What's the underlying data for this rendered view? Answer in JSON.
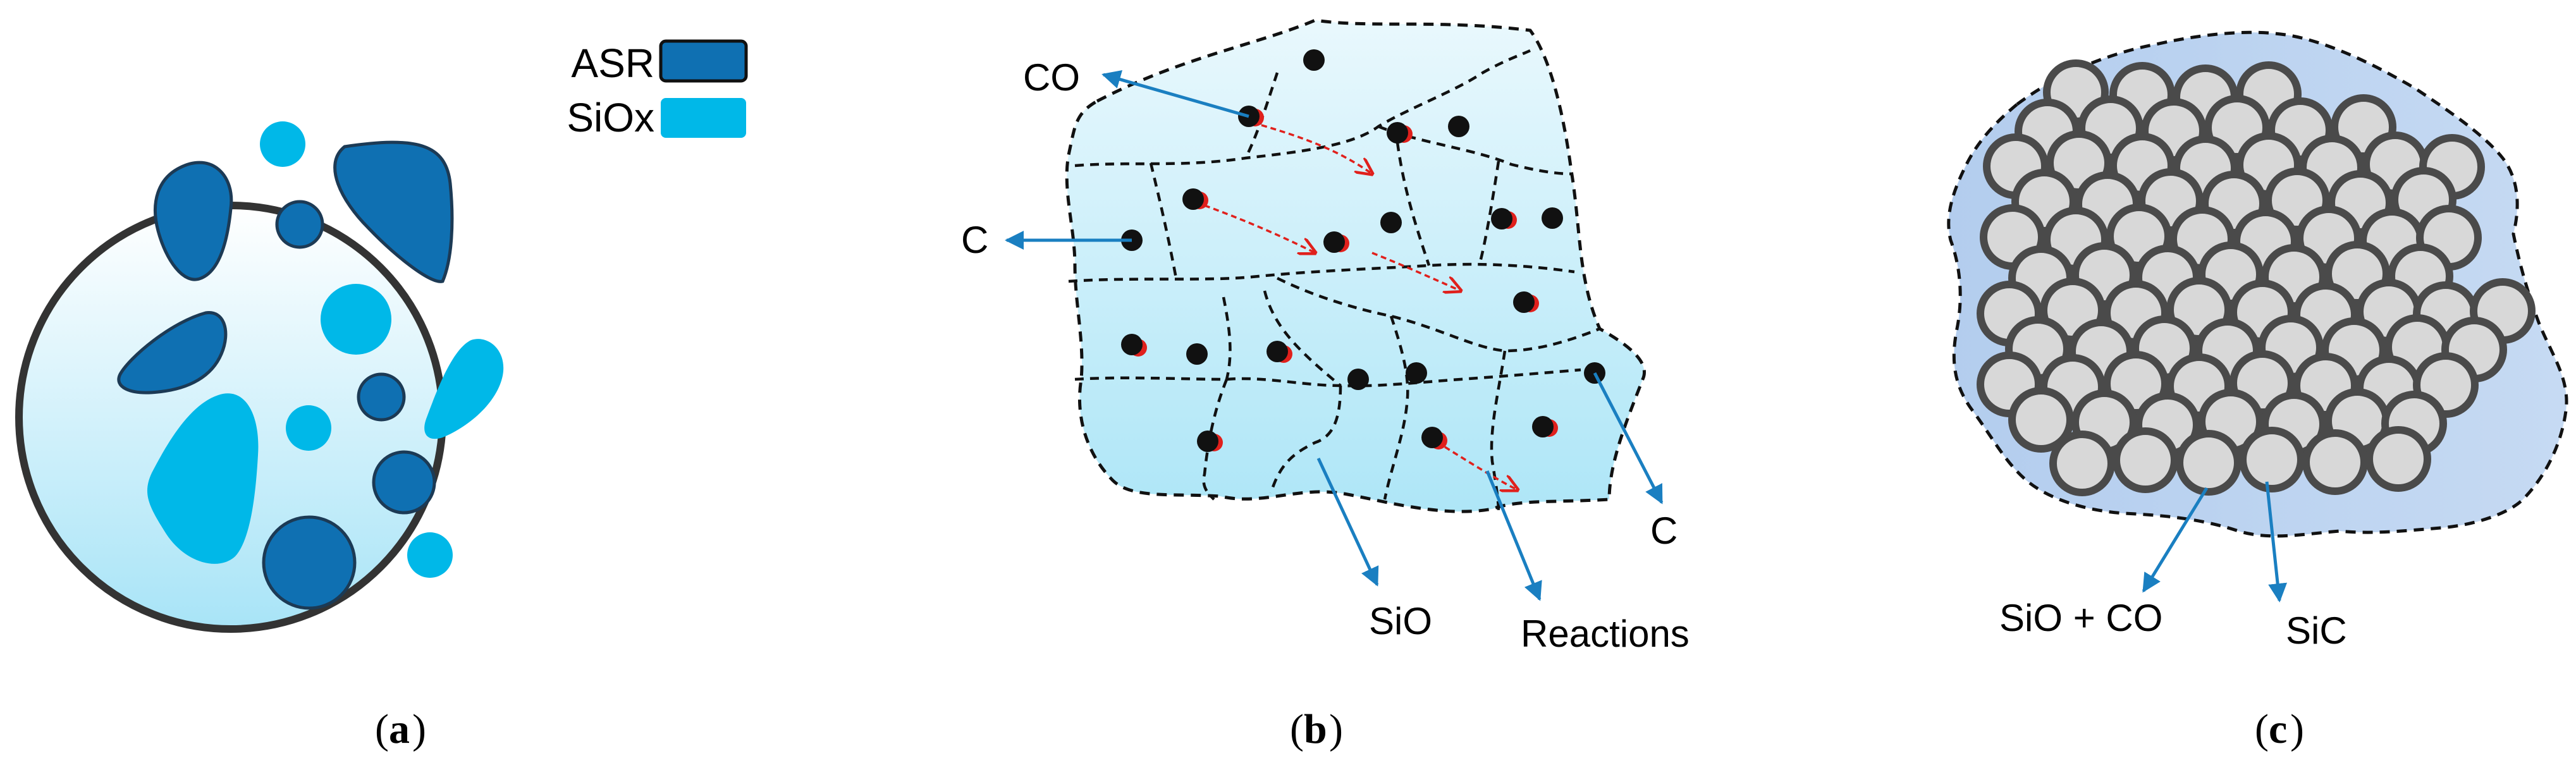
{
  "panel_a": {
    "caption_letter": "a",
    "legend": [
      {
        "label": "ASR",
        "color": "#0f70b2"
      },
      {
        "label": "SiOx",
        "color": "#00b8e8"
      }
    ]
  },
  "panel_b": {
    "caption_letter": "b",
    "labels": {
      "co": "CO",
      "c_left": "C",
      "sio": "SiO",
      "reactions": "Reactions",
      "c_right": "C"
    }
  },
  "panel_c": {
    "caption_letter": "c",
    "labels": {
      "sio_co": "SiO + CO",
      "sic": "SiC"
    }
  },
  "colors": {
    "asr": "#0f70b2",
    "siox": "#00b8e8",
    "arrow_blue": "#1a7fc1",
    "reaction_red": "#e0201c",
    "particle_fill": "#d8d8d8",
    "particle_stroke": "#4a4a4a"
  }
}
